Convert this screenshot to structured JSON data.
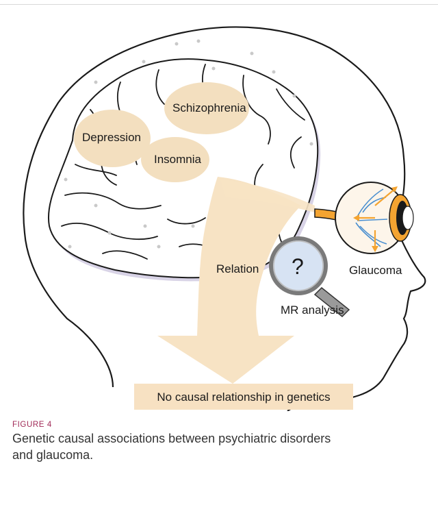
{
  "diagram": {
    "labels": {
      "schizophrenia": "Schizophrenia",
      "depression": "Depression",
      "insomnia": "Insomnia",
      "relation": "Relation",
      "question_mark": "?",
      "glaucoma": "Glaucoma",
      "mr_analysis": "MR analysis",
      "conclusion": "No causal relationship in genetics"
    },
    "colors": {
      "highlight": "#f3dfbf",
      "arrow": "#f7e3c4",
      "conclusion_box": "#f7e1c2",
      "outline": "#1a1a1a",
      "gyri_shadow": "#d8d3e6",
      "eye_orange": "#f4a431",
      "vein_blue": "#4a8fd0",
      "lens_blue": "#d7e3f3"
    },
    "icons": [
      "head-outline-icon",
      "brain-icon",
      "eye-icon",
      "magnifier-icon"
    ]
  },
  "caption": {
    "label": "FIGURE 4",
    "text": "Genetic causal associations between psychiatric disorders and glaucoma."
  }
}
